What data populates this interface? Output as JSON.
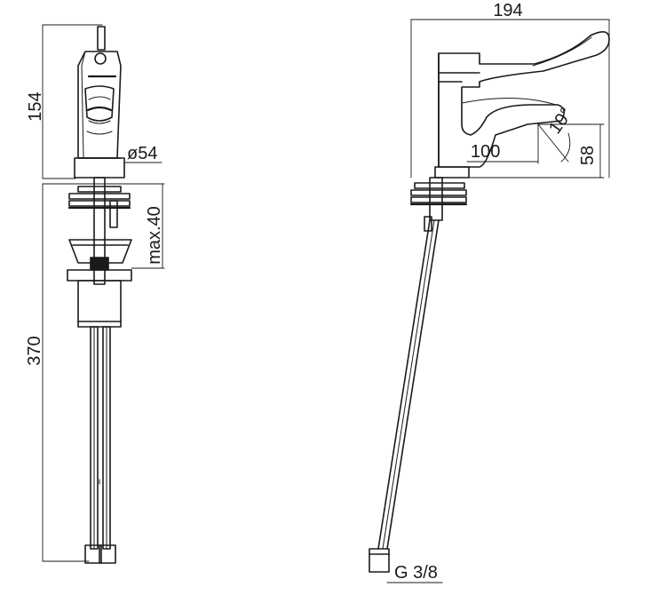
{
  "dimensions": {
    "spout_height": "154",
    "body_diameter": "ø54",
    "deck_thickness": "max.40",
    "hose_length": "370",
    "total_depth": "194",
    "spout_reach": "100",
    "outlet_height": "58",
    "outlet_angle": "10°",
    "thread": "G 3/8"
  }
}
